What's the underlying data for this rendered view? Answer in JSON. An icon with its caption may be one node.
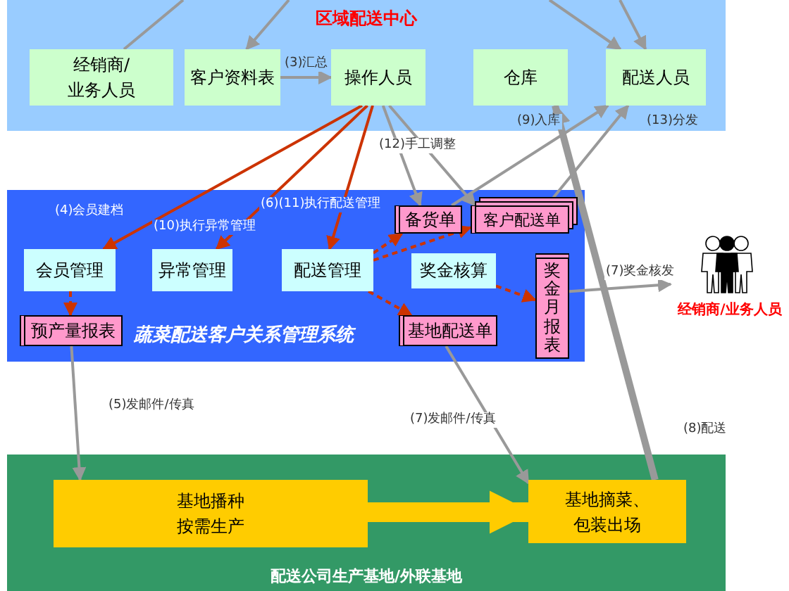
{
  "diagram": {
    "nodes": [
      {
        "text": [
          "区域配送中心"
        ]
      },
      {
        "text": [
          "经销商/业务人员"
        ],
        "in": 0
      },
      {
        "text": [
          "客户资料表"
        ],
        "in": 0
      },
      {
        "text": [
          "操作人员"
        ],
        "in": 0
      },
      {
        "text": [
          "仓库"
        ],
        "in": 0
      },
      {
        "text": [
          "配送人员"
        ],
        "in": 0
      },
      {
        "text": [
          "蔬菜配送客户关系管理系统"
        ]
      },
      {
        "text": [
          "会员管理"
        ],
        "in": 6
      },
      {
        "text": [
          "异常管理"
        ],
        "in": 6
      },
      {
        "text": [
          "配送管理"
        ],
        "in": 6
      },
      {
        "text": [
          "备货单"
        ],
        "in": 6
      },
      {
        "text": [
          "客户配送单"
        ],
        "in": 6
      },
      {
        "text": [
          "奖金核算"
        ],
        "in": 6
      },
      {
        "text": [
          "奖金月报表"
        ],
        "in": 6
      },
      {
        "text": [
          "预产量报表"
        ],
        "in": 6
      },
      {
        "text": [
          "基地配送单"
        ],
        "in": 6
      },
      {
        "text": [
          "经销商/业务人员"
        ]
      },
      {
        "text": [
          "配送公司生产基地/外联基地"
        ]
      },
      {
        "text": [
          "基地播种按需生产"
        ],
        "in": 17
      },
      {
        "text": [
          "基地摘菜、包装出场"
        ],
        "in": 17
      }
    ],
    "edges": [
      {
        "from": null,
        "to": 1,
        "arrow": "none"
      },
      {
        "from": null,
        "to": 2,
        "arrow": "to"
      },
      {
        "from": null,
        "to": 5,
        "arrow": "to"
      },
      {
        "from": null,
        "to": 5,
        "arrow": "to"
      },
      {
        "from": 2,
        "to": 3,
        "arrow": "to",
        "label": "(3)汇总"
      },
      {
        "from": 3,
        "to": 7,
        "arrow": "to",
        "label": "(4)会员建档",
        "color": "#cc3300"
      },
      {
        "from": 3,
        "to": 8,
        "arrow": "to",
        "label": "(10)执行异常管理",
        "color": "#cc3300"
      },
      {
        "from": 3,
        "to": 9,
        "arrow": "to",
        "label": "(6)(11)执行配送管理",
        "color": "#cc3300"
      },
      {
        "from": 3,
        "to": 10,
        "arrow": "to",
        "label": "(12)手工调整"
      },
      {
        "from": 3,
        "to": 11,
        "arrow": "to"
      },
      {
        "from": 9,
        "to": 10,
        "arrow": "to",
        "style": "dashed",
        "color": "#cc3300"
      },
      {
        "from": 9,
        "to": 11,
        "arrow": "to",
        "style": "dashed",
        "color": "#cc3300"
      },
      {
        "from": 9,
        "to": 15,
        "arrow": "to",
        "style": "dashed",
        "color": "#cc3300"
      },
      {
        "from": 12,
        "to": 13,
        "arrow": "to",
        "style": "dashed",
        "color": "#cc3300"
      },
      {
        "from": 7,
        "to": 14,
        "arrow": "to",
        "style": "dashed",
        "color": "#cc3300"
      },
      {
        "from": 10,
        "to": 5,
        "arrow": "to",
        "label": "(13)分发"
      },
      {
        "from": 11,
        "to": 5,
        "arrow": "to"
      },
      {
        "from": 19,
        "to": 4,
        "arrow": "to",
        "style": "thick",
        "label": "(8)配送"
      },
      {
        "from": 13,
        "to": 16,
        "arrow": "to",
        "label": "(7)奖金核发"
      },
      {
        "from": 14,
        "to": 18,
        "arrow": "to",
        "label": "(5)发邮件/传真"
      },
      {
        "from": 15,
        "to": 19,
        "arrow": "to",
        "label": "(7)发邮件/传真"
      },
      {
        "from": 18,
        "to": 19,
        "arrow": "to",
        "style": "thick",
        "color": "#ffcc00"
      }
    ],
    "labels": [
      "(9)入库"
    ]
  }
}
